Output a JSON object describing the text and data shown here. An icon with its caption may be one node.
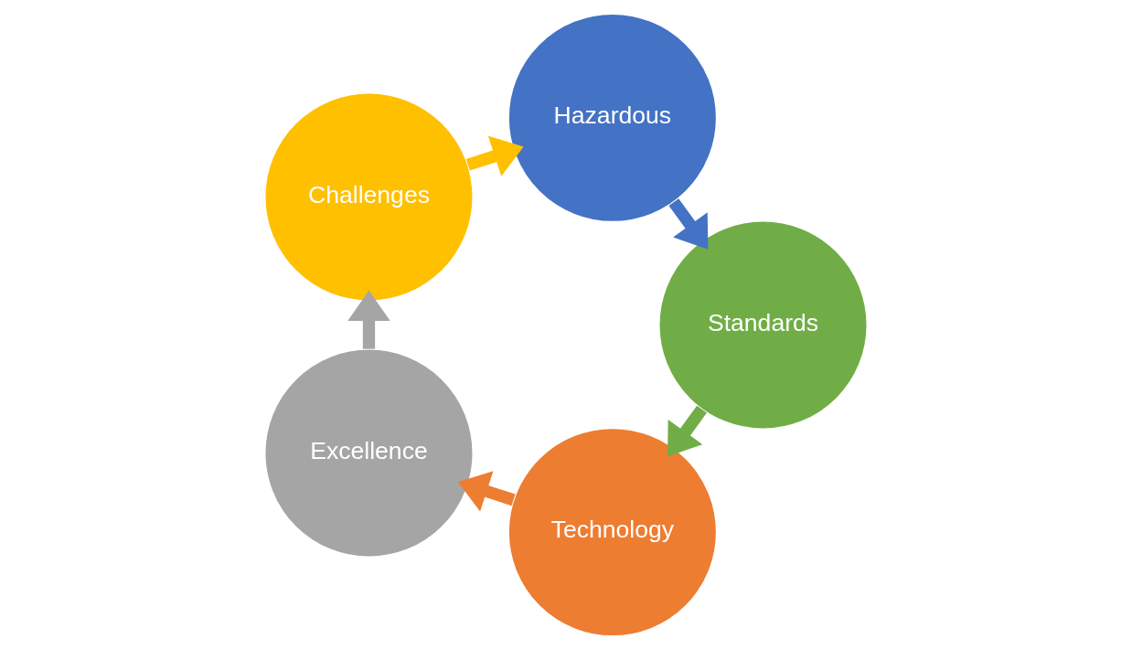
{
  "diagram": {
    "nodes": [
      {
        "text": [
          "Technology"
        ]
      },
      {
        "text": [
          "Excellence"
        ]
      },
      {
        "text": [
          "Challenges"
        ]
      },
      {
        "text": [
          "Hazardous"
        ]
      },
      {
        "text": [
          "Standards"
        ]
      }
    ],
    "edges": [
      {
        "from": 0,
        "to": 1,
        "arrow": "to",
        "color": "#ed7d31"
      },
      {
        "from": 1,
        "to": 2,
        "arrow": "to",
        "color": "#a5a5a5"
      },
      {
        "from": 2,
        "to": 3,
        "arrow": "to",
        "color": "#ffc000"
      },
      {
        "from": 3,
        "to": 4,
        "arrow": "to",
        "color": "#4472c4"
      },
      {
        "from": 4,
        "to": 0,
        "arrow": "to",
        "color": "#70ad47"
      }
    ]
  }
}
